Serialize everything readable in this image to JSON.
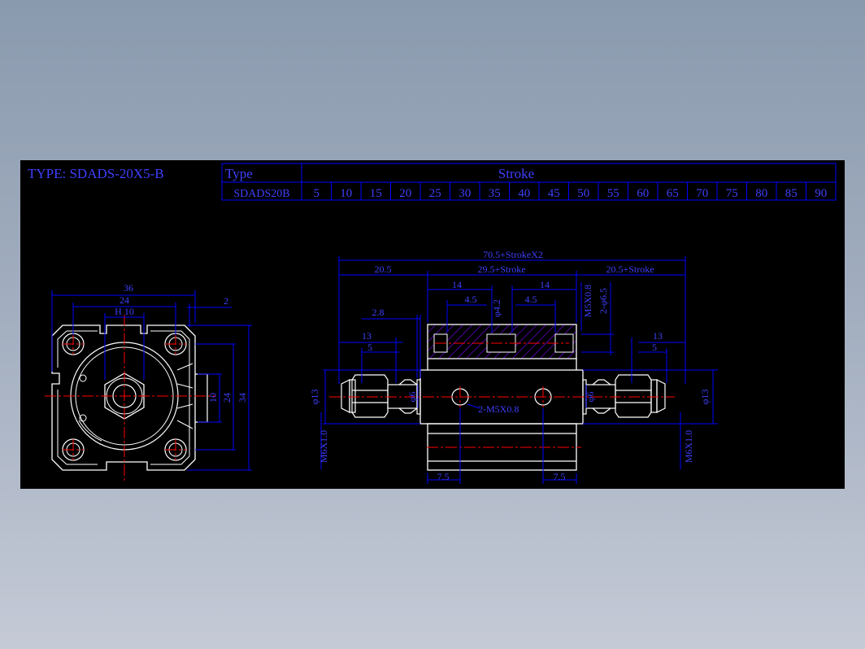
{
  "title": "TYPE: SDADS-20X5-B",
  "table": {
    "type_header": "Type",
    "stroke_header": "Stroke",
    "model": "SDADS20B",
    "strokes": [
      "5",
      "10",
      "15",
      "20",
      "25",
      "30",
      "35",
      "40",
      "45",
      "50",
      "55",
      "60",
      "65",
      "70",
      "75",
      "80",
      "85",
      "90"
    ]
  },
  "front_view": {
    "dim_36": "36",
    "dim_24": "24",
    "dim_h10": "H 10",
    "dim_2": "2",
    "dim_10": "10",
    "dim_24v": "24",
    "dim_34": "34"
  },
  "side_view": {
    "overall": "70.5+StrokeX2",
    "left_len": "20.5",
    "mid_len": "29.5+Stroke",
    "right_len": "20.5+Stroke",
    "d14a": "14",
    "d14b": "14",
    "d45a": "4.5",
    "d45b": "4.5",
    "phi42": "φ4.2",
    "m5": "M5X0.8",
    "two_phi65": "2-φ6.5",
    "d28": "2.8",
    "d13l": "13",
    "d5l": "5",
    "d13r": "13",
    "d5r": "5",
    "phi13l": "φ13",
    "phi6l": "φ6",
    "phi6r": "φ6",
    "phi13r": "φ13",
    "ports": "2-M5X0.8",
    "thread_l": "M6X1.0",
    "thread_r": "M6X1.0",
    "d75a": "7.5",
    "d75b": "7.5"
  },
  "colors": {
    "background": "#000000",
    "outline": "#ffffff",
    "dimension": "#0000ff",
    "centerline": "#ff0000",
    "hatch": "#8000ff"
  }
}
